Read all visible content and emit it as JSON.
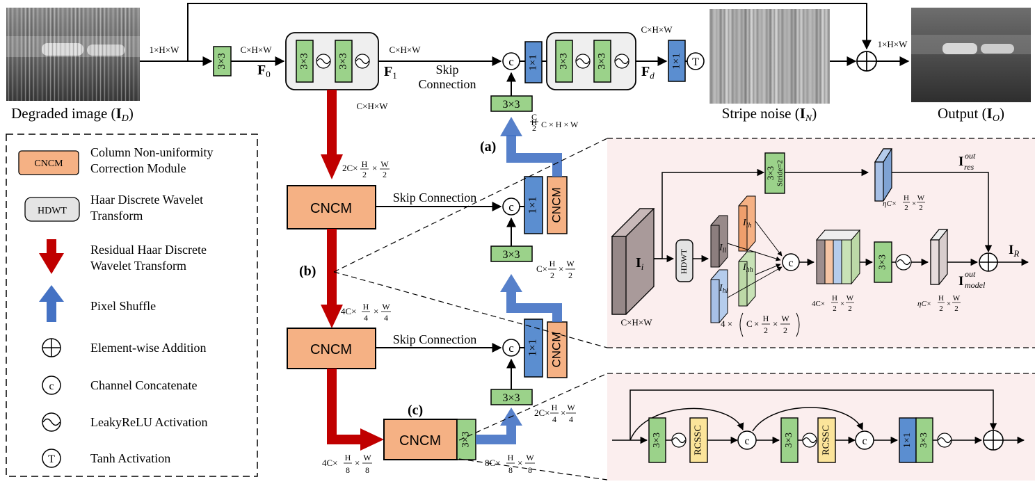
{
  "images": {
    "degraded_caption_prefix": "Degraded image (",
    "degraded_caption_symbol": "I",
    "degraded_caption_sub": "D",
    "stripe_caption_prefix": "Stripe noise (",
    "stripe_caption_symbol": "I",
    "stripe_caption_sub": "N",
    "output_caption_prefix": "Output (",
    "output_caption_symbol": "I",
    "output_caption_sub": "O",
    "close_paren": ")"
  },
  "blocks": {
    "conv3x3": "3×3",
    "conv1x1": "1×1",
    "cncm": "CNCM",
    "hdwt": "HDWT",
    "rcssc": "RCSSC",
    "stride": "Stride=2",
    "concat": "c",
    "tanh": "T"
  },
  "dims": {
    "input": "1×H×W",
    "f0": "C×H×W",
    "f1": "C×H×W",
    "down": "C×H×W",
    "pre_output": "C×H×W",
    "out_add": "1×H×W",
    "up_a": "C × H × W",
    "up_a_frac": "2",
    "level1": "2C×",
    "level2": "4C×",
    "level3": "4C×",
    "level3b": "8C×",
    "up_b": "C×",
    "up_c": "2C×",
    "frac_H": "H",
    "frac_W": "W",
    "d2": "2",
    "d4": "4",
    "d8": "8",
    "times": "×",
    "inset_input": "C×H×W",
    "inset_res": "ηC×",
    "inset_model": "ηC×",
    "inset_cat": "4C×",
    "inset_sub": "4 ×"
  },
  "features": {
    "F": "F",
    "f0_sub": "0",
    "f1_sub": "1",
    "fd_sub": "d",
    "Ii": "I",
    "Ii_sub": "i",
    "IR": "I",
    "IR_sub": "R",
    "Ires": "I",
    "Ires_sup": "out",
    "Ires_sub": "res",
    "Imodel": "I",
    "Imodel_sup": "out",
    "Imodel_sub": "model",
    "Ill": "I",
    "Ill_sub": "ll",
    "Ilh": "I",
    "Ilh_sub": "lh",
    "Ihl": "I",
    "Ihl_sub": "hl",
    "Ihh": "I",
    "Ihh_sub": "hh"
  },
  "labels": {
    "skip_line1": "Skip",
    "skip_line2": "Connection",
    "skip_connection": "Skip Connection",
    "a": "(a)",
    "b": "(b)",
    "c": "(c)"
  },
  "legend": {
    "cncm_box": "CNCM",
    "cncm_line1": "Column Non-uniformity",
    "cncm_line2": "Correction Module",
    "hdwt_box": "HDWT",
    "hdwt_line1": "Haar Discrete Wavelet",
    "hdwt_line2": "Transform",
    "rhdwt_line1": "Residual Haar Discrete",
    "rhdwt_line2": "Wavelet Transform",
    "pixel_shuffle": "Pixel Shuffle",
    "add": "Element-wise Addition",
    "concat_symbol": "c",
    "concat": "Channel Concatenate",
    "leaky": "LeakyReLU Activation",
    "tanh_symbol": "T",
    "tanh": "Tanh Activation"
  },
  "colors": {
    "conv3x3": "#9bd28a",
    "conv1x1": "#5b8ed0",
    "cncm": "#f5b184",
    "rcssc": "#fbe49a",
    "hdwt": "#e4e4e4",
    "residual_arrow": "#c00000",
    "pixel_shuffle_arrow": "#4472c4",
    "inset_bg": "#fbeeee",
    "block_bg": "#efefef"
  }
}
